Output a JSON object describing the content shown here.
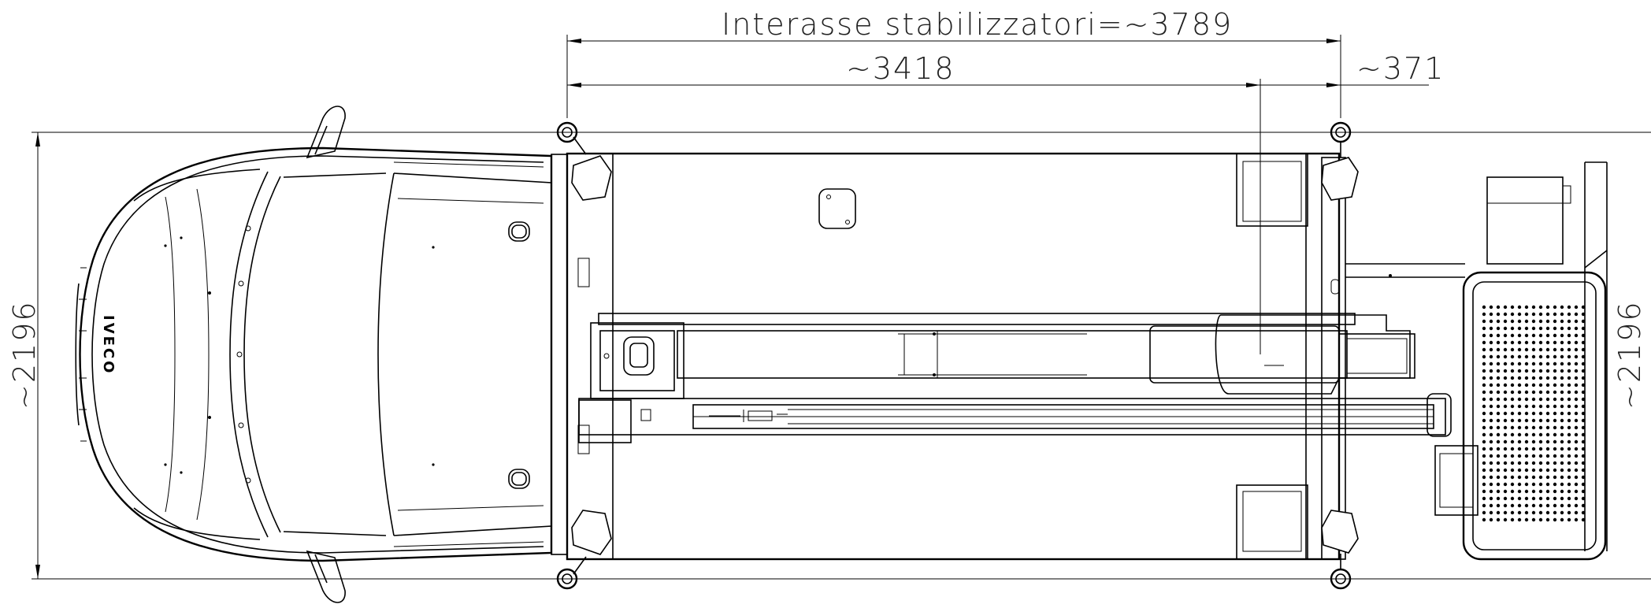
{
  "dimensions": {
    "stabilizer_track": "Interasse stabilizzatori=~3789",
    "stabilizer_segment": "~3418",
    "rear_offset": "~371",
    "overall_width_left": "~2196",
    "overall_width_right": "~2196"
  },
  "logo": {
    "brand_text": "IVECO"
  },
  "colors": {
    "line": "#000000",
    "background": "#ffffff",
    "text": "#222222"
  }
}
